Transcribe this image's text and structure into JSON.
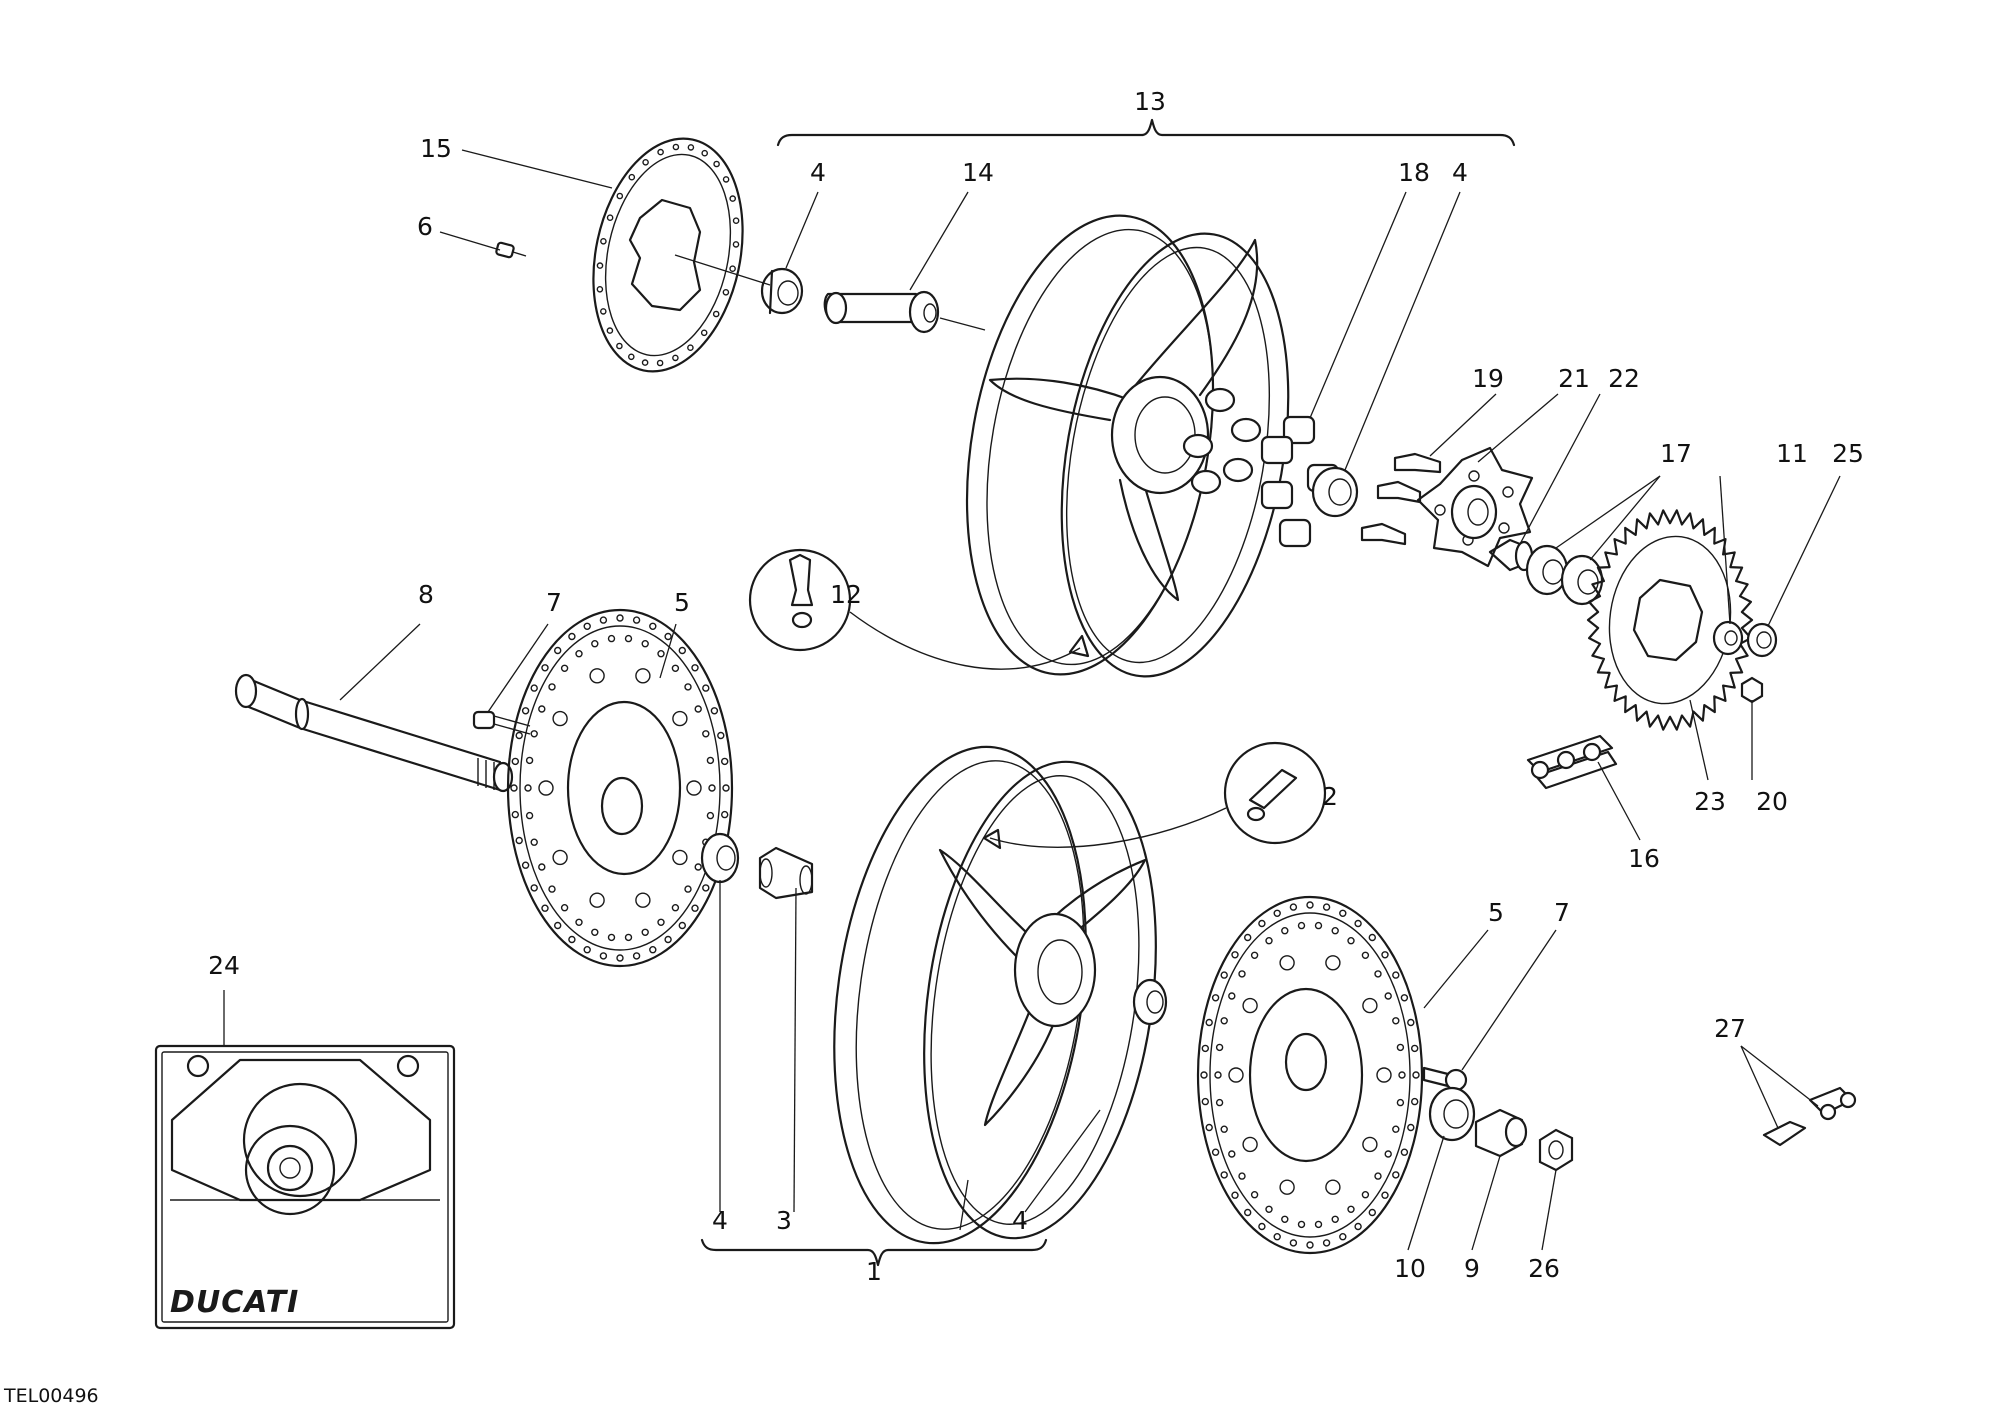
{
  "drawing": {
    "reference_code": "TEL00496",
    "logo_text": "DUCATI"
  },
  "callouts": [
    {
      "id": "1",
      "text": "1"
    },
    {
      "id": "2",
      "text": "2"
    },
    {
      "id": "3",
      "text": "3"
    },
    {
      "id": "4a",
      "text": "4"
    },
    {
      "id": "4b",
      "text": "4"
    },
    {
      "id": "4c",
      "text": "4"
    },
    {
      "id": "4d",
      "text": "4"
    },
    {
      "id": "5a",
      "text": "5"
    },
    {
      "id": "5b",
      "text": "5"
    },
    {
      "id": "6",
      "text": "6"
    },
    {
      "id": "7a",
      "text": "7"
    },
    {
      "id": "7b",
      "text": "7"
    },
    {
      "id": "8",
      "text": "8"
    },
    {
      "id": "9",
      "text": "9"
    },
    {
      "id": "10",
      "text": "10"
    },
    {
      "id": "11",
      "text": "11"
    },
    {
      "id": "12",
      "text": "12"
    },
    {
      "id": "13",
      "text": "13"
    },
    {
      "id": "14",
      "text": "14"
    },
    {
      "id": "15",
      "text": "15"
    },
    {
      "id": "16",
      "text": "16"
    },
    {
      "id": "17",
      "text": "17"
    },
    {
      "id": "18",
      "text": "18"
    },
    {
      "id": "19",
      "text": "19"
    },
    {
      "id": "20",
      "text": "20"
    },
    {
      "id": "21",
      "text": "21"
    },
    {
      "id": "22",
      "text": "22"
    },
    {
      "id": "23",
      "text": "23"
    },
    {
      "id": "24",
      "text": "24"
    },
    {
      "id": "25",
      "text": "25"
    },
    {
      "id": "26",
      "text": "26"
    },
    {
      "id": "27",
      "text": "27"
    }
  ]
}
